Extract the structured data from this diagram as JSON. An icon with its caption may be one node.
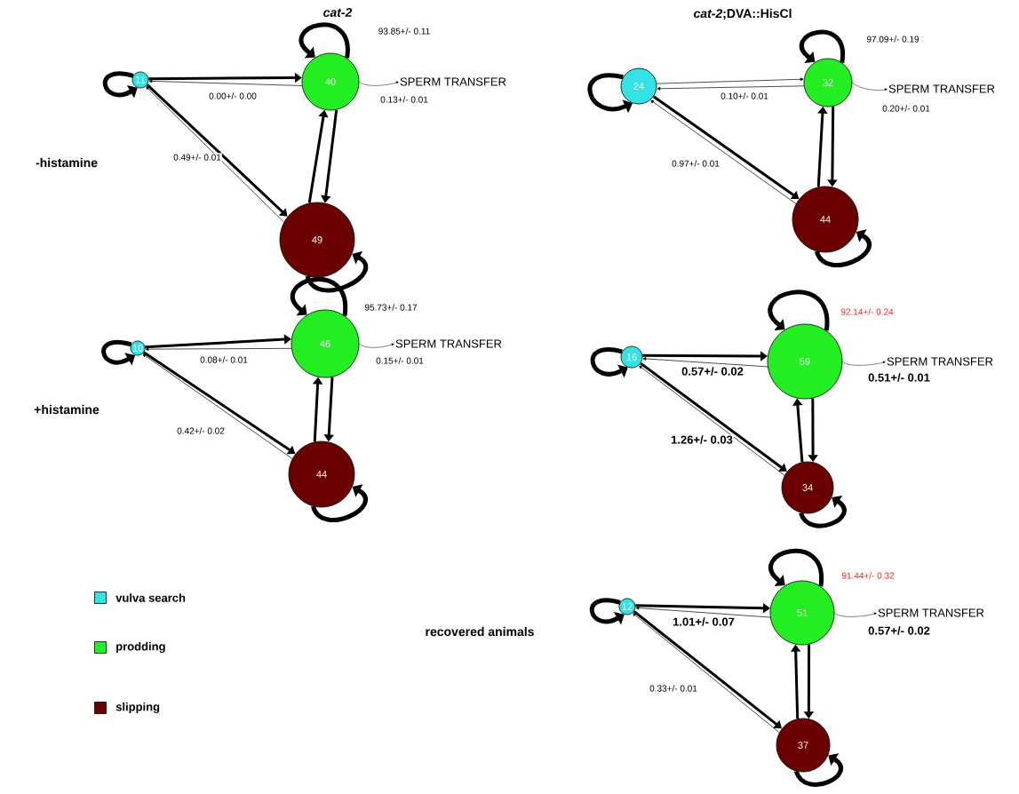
{
  "diagram": {
    "nodes": [
      {
        "text": [
          "11"
        ]
      },
      {
        "text": [
          "40"
        ]
      },
      {
        "text": [
          "49"
        ]
      },
      {
        "text": [
          "SPERM TRANSFER"
        ]
      },
      {
        "text": [
          "24"
        ]
      },
      {
        "text": [
          "32"
        ]
      },
      {
        "text": [
          "44"
        ]
      },
      {
        "text": [
          "SPERM TRANSFER"
        ]
      },
      {
        "text": [
          "10"
        ]
      },
      {
        "text": [
          "46"
        ]
      },
      {
        "text": [
          "44"
        ]
      },
      {
        "text": [
          "SPERM TRANSFER"
        ]
      },
      {
        "text": [
          "16"
        ]
      },
      {
        "text": [
          "59"
        ]
      },
      {
        "text": [
          "34"
        ]
      },
      {
        "text": [
          "SPERM TRANSFER"
        ]
      },
      {
        "text": [
          "12"
        ]
      },
      {
        "text": [
          "51"
        ]
      },
      {
        "text": [
          "37"
        ]
      },
      {
        "text": [
          "SPERM TRANSFER"
        ]
      }
    ],
    "edges": [
      {
        "from": 0,
        "to": 0,
        "arrow": "to"
      },
      {
        "from": 1,
        "to": 1,
        "arrow": "to",
        "label": "93.85+/- 0.11"
      },
      {
        "from": 2,
        "to": 2,
        "arrow": "to"
      },
      {
        "from": 0,
        "to": 1,
        "arrow": "to",
        "label": "0.00+/- 0.00"
      },
      {
        "from": 1,
        "to": 0,
        "arrow": "to"
      },
      {
        "from": 0,
        "to": 2,
        "arrow": "to",
        "label": "0.49+/- 0.01"
      },
      {
        "from": 2,
        "to": 0,
        "arrow": "to"
      },
      {
        "from": 1,
        "to": 2,
        "arrow": "to"
      },
      {
        "from": 2,
        "to": 1,
        "arrow": "to"
      },
      {
        "from": 1,
        "to": 3,
        "arrow": "to",
        "label": "0.13+/- 0.01"
      },
      {
        "from": 4,
        "to": 4,
        "arrow": "to"
      },
      {
        "from": 5,
        "to": 5,
        "arrow": "to",
        "label": "97.09+/- 0.19"
      },
      {
        "from": 6,
        "to": 6,
        "arrow": "to"
      },
      {
        "from": 4,
        "to": 5,
        "arrow": "to",
        "label": "0.10+/- 0.01"
      },
      {
        "from": 5,
        "to": 4,
        "arrow": "to"
      },
      {
        "from": 4,
        "to": 6,
        "arrow": "to",
        "label": "0.97+/- 0.01"
      },
      {
        "from": 6,
        "to": 4,
        "arrow": "to"
      },
      {
        "from": 5,
        "to": 6,
        "arrow": "to"
      },
      {
        "from": 6,
        "to": 5,
        "arrow": "to"
      },
      {
        "from": 5,
        "to": 7,
        "arrow": "to",
        "label": "0.20+/- 0.01"
      },
      {
        "from": 8,
        "to": 8,
        "arrow": "to"
      },
      {
        "from": 9,
        "to": 9,
        "arrow": "to",
        "label": "95.73+/- 0.17"
      },
      {
        "from": 10,
        "to": 10,
        "arrow": "to"
      },
      {
        "from": 8,
        "to": 9,
        "arrow": "to",
        "label": "0.08+/- 0.01"
      },
      {
        "from": 9,
        "to": 8,
        "arrow": "to"
      },
      {
        "from": 8,
        "to": 10,
        "arrow": "to",
        "label": "0.42+/- 0.02"
      },
      {
        "from": 10,
        "to": 8,
        "arrow": "to"
      },
      {
        "from": 9,
        "to": 10,
        "arrow": "to"
      },
      {
        "from": 10,
        "to": 9,
        "arrow": "to"
      },
      {
        "from": 9,
        "to": 11,
        "arrow": "to",
        "label": "0.15+/- 0.01"
      },
      {
        "from": 12,
        "to": 12,
        "arrow": "to"
      },
      {
        "from": 13,
        "to": 13,
        "arrow": "to",
        "label": "92.14+/- 0.24"
      },
      {
        "from": 14,
        "to": 14,
        "arrow": "to"
      },
      {
        "from": 12,
        "to": 13,
        "arrow": "to",
        "label": "0.57+/- 0.02"
      },
      {
        "from": 13,
        "to": 12,
        "arrow": "to"
      },
      {
        "from": 12,
        "to": 14,
        "arrow": "to",
        "label": "1.26+/- 0.03"
      },
      {
        "from": 14,
        "to": 12,
        "arrow": "to"
      },
      {
        "from": 13,
        "to": 14,
        "arrow": "to"
      },
      {
        "from": 14,
        "to": 13,
        "arrow": "to"
      },
      {
        "from": 13,
        "to": 15,
        "arrow": "to",
        "label": "0.51+/- 0.01"
      },
      {
        "from": 16,
        "to": 16,
        "arrow": "to"
      },
      {
        "from": 17,
        "to": 17,
        "arrow": "to",
        "label": "91.44+/- 0.32"
      },
      {
        "from": 18,
        "to": 18,
        "arrow": "to"
      },
      {
        "from": 16,
        "to": 17,
        "arrow": "to",
        "label": "1.01+/- 0.07"
      },
      {
        "from": 17,
        "to": 16,
        "arrow": "to"
      },
      {
        "from": 16,
        "to": 18,
        "arrow": "to",
        "label": "0.33+/- 0.01"
      },
      {
        "from": 18,
        "to": 16,
        "arrow": "to"
      },
      {
        "from": 17,
        "to": 18,
        "arrow": "to"
      },
      {
        "from": 18,
        "to": 17,
        "arrow": "to"
      },
      {
        "from": 17,
        "to": 19,
        "arrow": "to",
        "label": "0.57+/- 0.02"
      }
    ],
    "labels": [
      "cat-2",
      "*cat-2*;DVA::HisCl",
      "-histamine",
      "+histamine",
      "recovered animals"
    ],
    "legend": [
      {
        "text": "vulva search",
        "color": "#33e3e3"
      },
      {
        "text": "prodding",
        "color": "#22ee22"
      },
      {
        "text": "slipping",
        "color": "#6b0000"
      }
    ]
  }
}
